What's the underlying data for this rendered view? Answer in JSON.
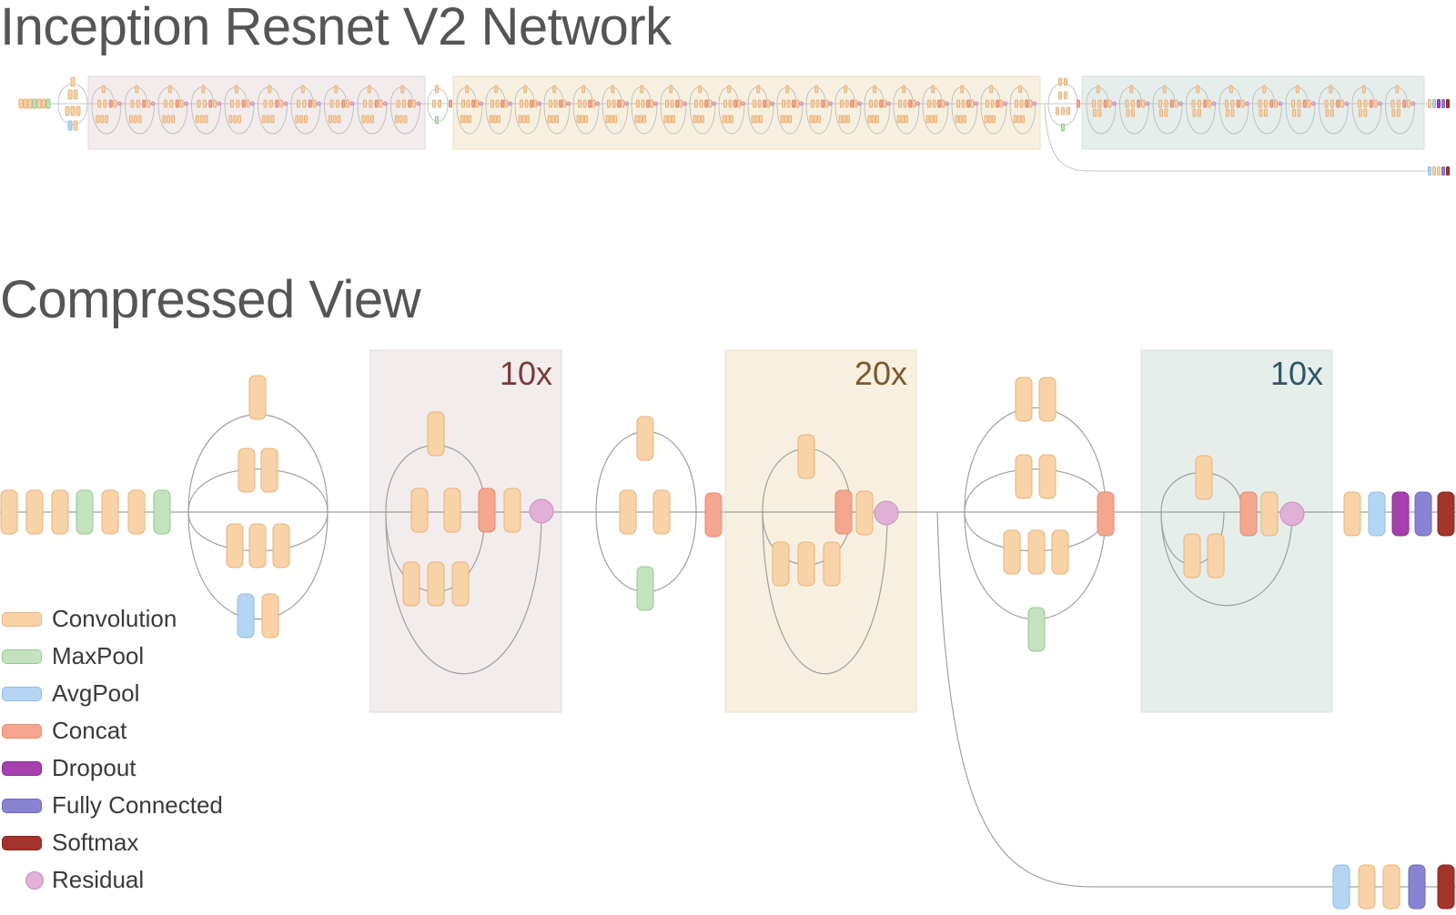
{
  "titles": {
    "main": "Inception Resnet V2 Network",
    "compressed": "Compressed View"
  },
  "repeat_labels": {
    "block_a": "10x",
    "block_b": "20x",
    "block_c": "10x"
  },
  "legend": [
    {
      "key": "conv",
      "label": "Convolution",
      "fill": "#f8d3a8",
      "stroke": "#e8b27a",
      "shape": "pill"
    },
    {
      "key": "maxpool",
      "label": "MaxPool",
      "fill": "#c4e2bf",
      "stroke": "#96c98d",
      "shape": "pill"
    },
    {
      "key": "avgpool",
      "label": "AvgPool",
      "fill": "#b5d6f2",
      "stroke": "#8dbde6",
      "shape": "pill"
    },
    {
      "key": "concat",
      "label": "Concat",
      "fill": "#f5a68f",
      "stroke": "#e58a6f",
      "shape": "pill"
    },
    {
      "key": "dropout",
      "label": "Dropout",
      "fill": "#a63fb0",
      "stroke": "#8b2c95",
      "shape": "pill"
    },
    {
      "key": "fc",
      "label": "Fully Connected",
      "fill": "#8a82d3",
      "stroke": "#6f67bf",
      "shape": "pill"
    },
    {
      "key": "softmax",
      "label": "Softmax",
      "fill": "#a3342c",
      "stroke": "#87231c",
      "shape": "pill"
    },
    {
      "key": "residual",
      "label": "Residual",
      "fill": "#e1b0d6",
      "stroke": "#c98fbd",
      "shape": "circle"
    }
  ],
  "colors": {
    "block_a_bg": "#f3ecec",
    "block_b_bg": "#f7f0e0",
    "block_c_bg": "#e6eeec",
    "label_a": "#7a3b3b",
    "label_b": "#7a5a2c",
    "label_c": "#2f5668",
    "line": "#9a9a9a",
    "title": "#555555"
  }
}
